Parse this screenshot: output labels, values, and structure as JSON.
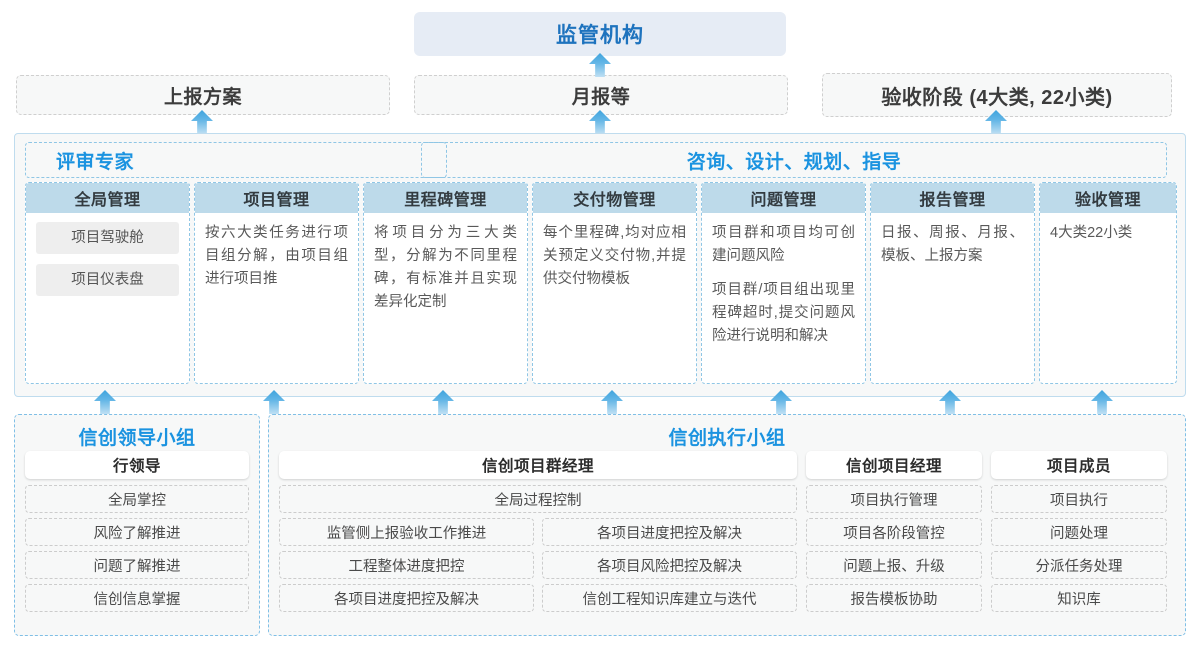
{
  "top": {
    "title": "监管机构",
    "boxes": [
      {
        "label": "上报方案"
      },
      {
        "label": "月报等"
      },
      {
        "label": "验收阶段 (4大类, 22小类)"
      }
    ]
  },
  "middle": {
    "bands": [
      {
        "label": "评审专家"
      },
      {
        "label": "咨询、设计、规划、指导"
      }
    ],
    "columns": [
      {
        "header": "全局管理",
        "pills": [
          "项目驾驶舱",
          "项目仪表盘"
        ],
        "paragraphs": []
      },
      {
        "header": "项目管理",
        "pills": [],
        "paragraphs": [
          "按六大类任务进行项目组分解，由项目组进行项目推"
        ]
      },
      {
        "header": "里程碑管理",
        "pills": [],
        "paragraphs": [
          "将项目分为三大类型，分解为不同里程碑，有标准并且实现差异化定制"
        ]
      },
      {
        "header": "交付物管理",
        "pills": [],
        "paragraphs": [
          "每个里程碑,均对应相关预定义交付物,并提供交付物模板"
        ]
      },
      {
        "header": "问题管理",
        "pills": [],
        "paragraphs": [
          "项目群和项目均可创建问题风险",
          "项目群/项目组出现里程碑超时,提交问题风险进行说明和解决"
        ]
      },
      {
        "header": "报告管理",
        "pills": [],
        "paragraphs": [
          "日报、周报、月报、模板、上报方案"
        ]
      },
      {
        "header": "验收管理",
        "pills": [],
        "paragraphs": [
          "4大类22小类"
        ]
      }
    ]
  },
  "bottom": {
    "groups": [
      {
        "title": "信创领导小组",
        "roles": [
          {
            "header": "行领导",
            "items": [
              "全局掌控",
              "风险了解推进",
              "问题了解推进",
              "信创信息掌握"
            ]
          }
        ]
      },
      {
        "title": "信创执行小组",
        "roles": [
          {
            "header": "信创项目群经理",
            "wide_item": "全局过程控制",
            "left_items": [
              "监管侧上报验收工作推进",
              "工程整体进度把控",
              "各项目进度把控及解决"
            ],
            "right_items": [
              "各项目进度把控及解决",
              "各项目风险把控及解决",
              "信创工程知识库建立与迭代"
            ]
          },
          {
            "header": "信创项目经理",
            "items": [
              "项目执行管理",
              "项目各阶段管控",
              "问题上报、升级",
              "报告模板协助"
            ]
          },
          {
            "header": "项目成员",
            "items": [
              "项目执行",
              "问题处理",
              "分派任务处理",
              "知识库"
            ]
          }
        ]
      }
    ]
  },
  "colors": {
    "accent": "#1b93e0",
    "title_bg": "#e6ecf5",
    "col_head_bg": "#bddaea",
    "panel_bg": "#f7f8f8",
    "arrow": "#3fa3dd"
  }
}
